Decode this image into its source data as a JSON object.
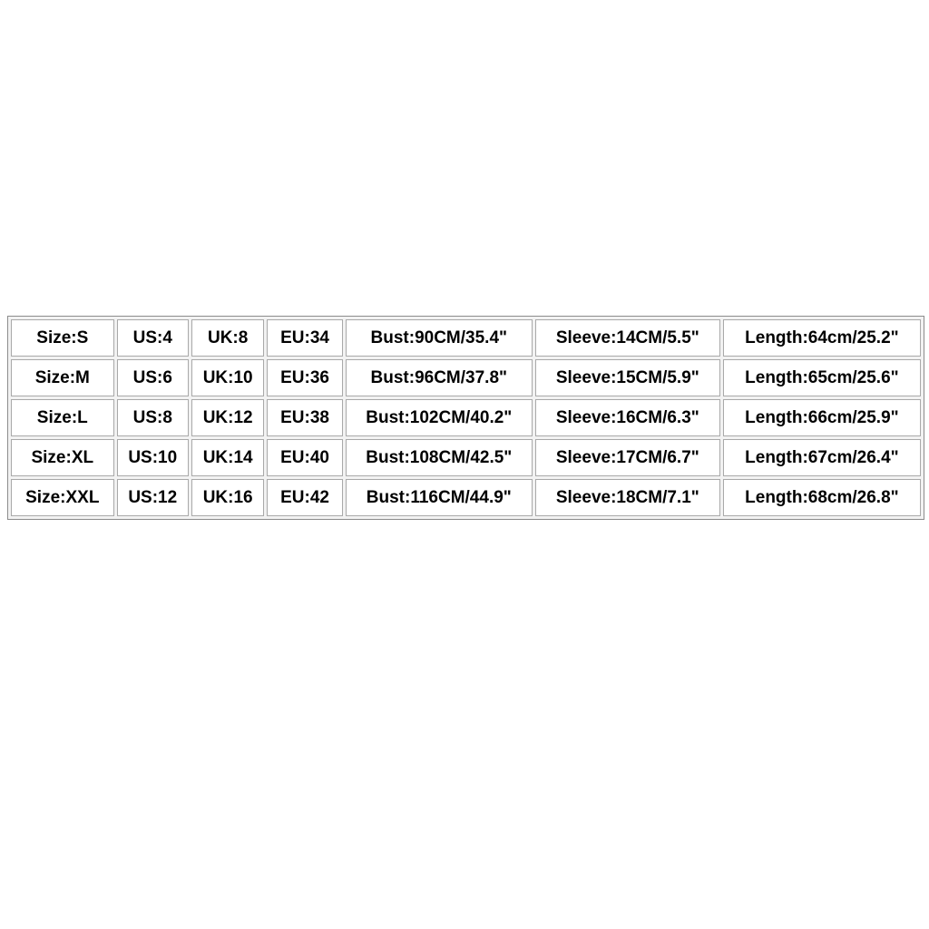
{
  "page": {
    "background_color": "#ffffff"
  },
  "size_chart": {
    "columns": [
      "size",
      "us",
      "uk",
      "eu",
      "bust",
      "sleeve",
      "length"
    ],
    "rows": [
      [
        "Size:S",
        "US:4",
        "UK:8",
        "EU:34",
        "Bust:90CM/35.4\"",
        "Sleeve:14CM/5.5\"",
        "Length:64cm/25.2\""
      ],
      [
        "Size:M",
        "US:6",
        "UK:10",
        "EU:36",
        "Bust:96CM/37.8\"",
        "Sleeve:15CM/5.9\"",
        "Length:65cm/25.6\""
      ],
      [
        "Size:L",
        "US:8",
        "UK:12",
        "EU:38",
        "Bust:102CM/40.2\"",
        "Sleeve:16CM/6.3\"",
        "Length:66cm/25.9\""
      ],
      [
        "Size:XL",
        "US:10",
        "UK:14",
        "EU:40",
        "Bust:108CM/42.5\"",
        "Sleeve:17CM/6.7\"",
        "Length:67cm/26.4\""
      ],
      [
        "Size:XXL",
        "US:12",
        "UK:16",
        "EU:42",
        "Bust:116CM/44.9\"",
        "Sleeve:18CM/7.1\"",
        "Length:68cm/26.8\""
      ]
    ],
    "colors": {
      "text": "#000000",
      "cell_border": "#a9a9a9",
      "outer_border": "#8c8c8c",
      "cell_background": "#ffffff"
    }
  }
}
